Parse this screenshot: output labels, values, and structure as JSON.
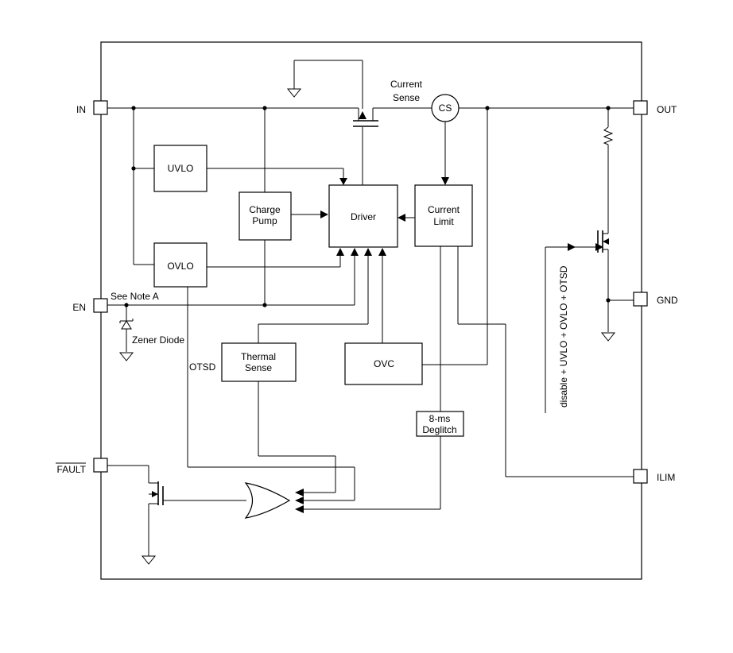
{
  "pins": {
    "in": "IN",
    "out": "OUT",
    "en": "EN",
    "gnd": "GND",
    "fault": "FAULT",
    "ilim": "ILIM"
  },
  "blocks": {
    "uvlo": "UVLO",
    "ovlo": "OVLO",
    "charge_pump_line1": "Charge",
    "charge_pump_line2": "Pump",
    "driver": "Driver",
    "current_limit_line1": "Current",
    "current_limit_line2": "Limit",
    "thermal_sense_line1": "Thermal",
    "thermal_sense_line2": "Sense",
    "ovc": "OVC",
    "deglitch_line1": "8-ms",
    "deglitch_line2": "Deglitch",
    "cs": "CS"
  },
  "annotations": {
    "current_sense_line1": "Current",
    "current_sense_line2": "Sense",
    "see_note": "See Note A",
    "zener_diode": "Zener Diode",
    "otsd": "OTSD",
    "disable_signal": "disable + UVLO + OVLO + OTSD"
  }
}
